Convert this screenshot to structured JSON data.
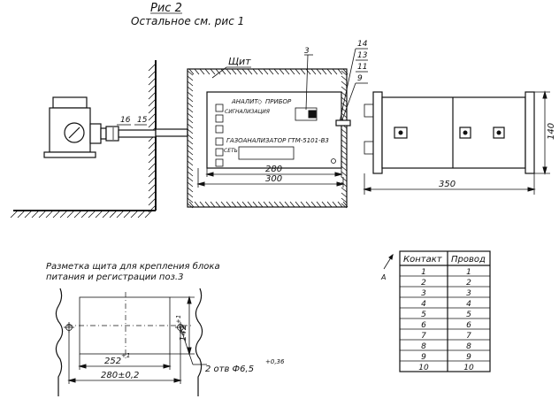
{
  "header": {
    "title": "Рис 2",
    "subtitle": "Остальное см. рис 1"
  },
  "wall_label": "Щит",
  "device": {
    "label_top_left": "АНАЛИТ",
    "label_top_right": "ПРИБОР",
    "label_signal": "СИГНАЛИЗАЦИЯ",
    "label_name": "ГАЗОАНАЛИЗАТОР ГТМ-5101-В3",
    "label_power": "СЕТЬ"
  },
  "callouts": {
    "c3": "3",
    "c9": "9",
    "c11": "11",
    "c13": "13",
    "c14": "14",
    "c15": "15",
    "c16": "16"
  },
  "dimensions": {
    "d280": "280",
    "d300": "300",
    "d350": "350",
    "d140": "140",
    "d142": "142",
    "d142_tol": "+1",
    "d252": "252",
    "d252_tol": "+1",
    "d280_tol": "280±0,2",
    "holes": "2 отв Ф6,5",
    "holes_tol": "+0,36"
  },
  "panel_note": {
    "line1": "Разметка щита для крепления блока",
    "line2": "питания и регистрации поз.3"
  },
  "view_marker": "А",
  "table": {
    "headers": [
      "Контакт",
      "Провод"
    ],
    "rows": [
      [
        "1",
        "1"
      ],
      [
        "2",
        "2"
      ],
      [
        "3",
        "3"
      ],
      [
        "4",
        "4"
      ],
      [
        "5",
        "5"
      ],
      [
        "6",
        "6"
      ],
      [
        "7",
        "7"
      ],
      [
        "8",
        "8"
      ],
      [
        "9",
        "9"
      ],
      [
        "10",
        "10"
      ]
    ]
  }
}
